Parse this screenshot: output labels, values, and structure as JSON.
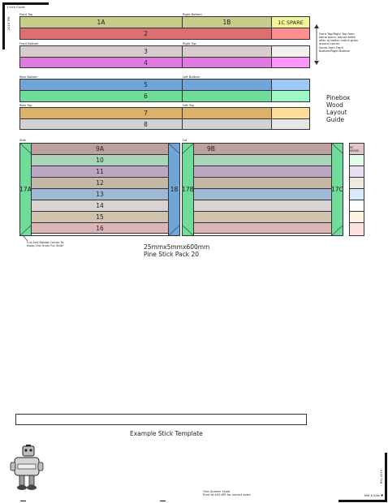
{
  "corner_tl": {
    "label": "1 Inch Guide"
  },
  "corner_tl_vert": {
    "label": "2019 TMI"
  },
  "corner_br": {
    "label": "Mel & Kids ♥"
  },
  "corner_br_vert": {
    "label": "RSL 2019"
  },
  "sections": {
    "front_top": {
      "left": "Front Top",
      "right": "Right Bottom"
    },
    "front_bottom": {
      "left": "Front Bottom",
      "right": "Right Top"
    },
    "rear_bottom": {
      "left": "Rear Bottom",
      "right": "Left Bottom"
    },
    "rear_top": {
      "left": "Rear Top",
      "right": "Left Top"
    },
    "side": {
      "left": "Side",
      "right": "Lid"
    }
  },
  "cells": {
    "c1a": "1A",
    "c1b": "1B",
    "c1c": "1C SPARE",
    "c2": "2",
    "c3": "3",
    "c4": "4",
    "c5": "5",
    "c6": "6",
    "c7": "7",
    "c8": "8",
    "c9a": "9A",
    "c9b": "9B",
    "c10": "10",
    "c11": "11",
    "c12": "12",
    "c13": "13",
    "c14": "14",
    "c15": "15",
    "c16": "16",
    "c17a": "17A",
    "c18": "18",
    "c17b": "17B",
    "c17c": "17C",
    "c9c": "9C SPARE"
  },
  "annotations": {
    "front_note": "Front Top/Right Top from same piece; adjust width after to better match grain around corner.",
    "front_note2": "Same from Front Bottom/Right Bottom",
    "cut_note": "Cut And Rotate Corner To Swap Out Grain For Side!"
  },
  "guide_title": {
    "line1": "Pinebox",
    "line2": "Wood",
    "line3": "Layout",
    "line4": "Guide"
  },
  "pack": {
    "line1": "25mmx5mmx600mm",
    "line2": "Pine Stick Pack 20"
  },
  "template_label": "Example Stick Template",
  "scale_note": {
    "line1": "One Quarter Scale",
    "line2": "Print At 400 DPI for correct scale"
  },
  "colors": {
    "olive": "#c7cc8a",
    "olive_spare": "#f3f59a",
    "red": "#dc6f70",
    "red_spare": "#fb8f8f",
    "grey": "#d7cdcd",
    "grey_spare": "#f3efef",
    "magenta": "#e07ae0",
    "magenta_spare": "#fb96fb",
    "blue": "#6fa5d9",
    "blue_spare": "#9dc9f6",
    "green": "#6fdc99",
    "green_spare": "#9ff7c5",
    "orange": "#dcb16c",
    "orange_spare": "#fddd99",
    "lightgrey": "#d2d2d2"
  }
}
